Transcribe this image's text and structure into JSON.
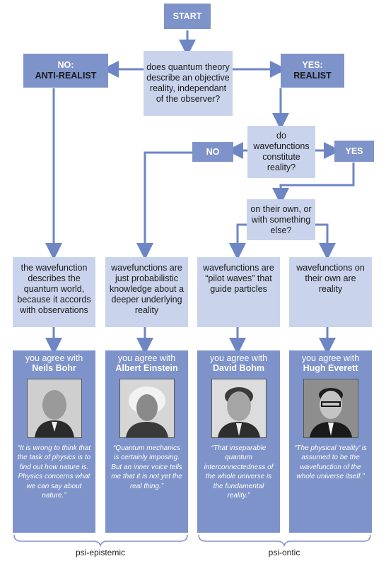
{
  "start": "START",
  "question1": "does quantum theory describe an objective reality, independant of the observer?",
  "no_box": {
    "line1": "NO:",
    "line2": "ANTI-REALIST"
  },
  "yes_box": {
    "line1": "YES:",
    "line2": "REALIST"
  },
  "question2": "do wavefunctions constitute reality?",
  "no2": "NO",
  "yes2": "YES",
  "question3": "on their own, or with something else?",
  "outcomes": [
    "the wavefunction describes the quantum world, because it accords with observations",
    "wavefunctions are just probabilistic knowledge about a deeper underlying reality",
    "wavefunctions are “pilot waves” that guide particles",
    "wavefunctions on their own are reality"
  ],
  "people": [
    {
      "agree": "you agree with",
      "name": "Neils Bohr",
      "quote": "“It is wrong to think that the task of physics is to find out how nature is. Physics concerns what we can say about nature.”"
    },
    {
      "agree": "you agree with",
      "name": "Albert Einstein",
      "quote": "“Quantum mechanics is certainly imposing. But an inner voice tells me that it is not yet the real thing.”"
    },
    {
      "agree": "you agree with",
      "name": "David Bohm",
      "quote": "“That inseparable quantum interconnectedness of the whole universe is the fundamental reality.”"
    },
    {
      "agree": "you agree with",
      "name": "Hugh Everett",
      "quote": "“The physical ‘reality’ is assumed to be the wavefunction of the whole universe itself.”"
    }
  ],
  "bracket_labels": {
    "left": "psi-epistemic",
    "right": "psi-ontic"
  },
  "colors": {
    "dark_box": "#7e93c9",
    "light_box": "#c9d3ec",
    "arrow": "#6e86c4"
  }
}
